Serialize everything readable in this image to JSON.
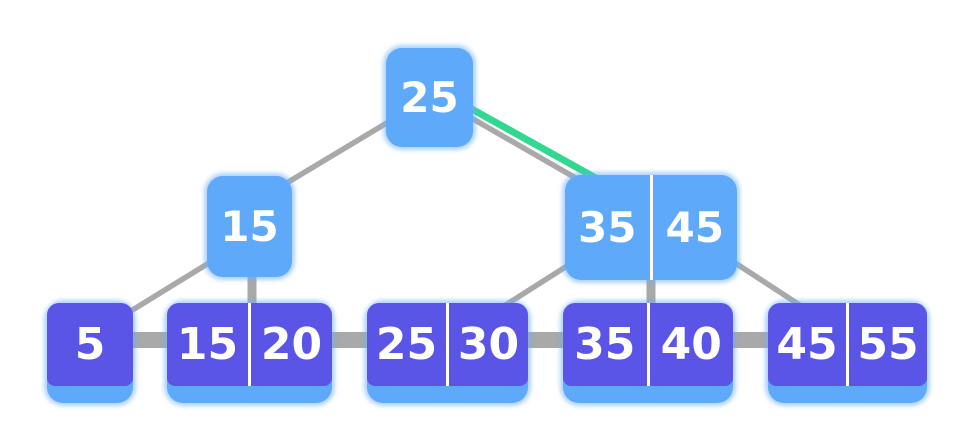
{
  "diagram_type": "b-plus-tree",
  "colors": {
    "background": "#ffffff",
    "internal_node": "#5ea9f9",
    "leaf_node": "#5a55e6",
    "leaf_base": "#5ea9f9",
    "edge": "#a9a9a9",
    "highlight_edge": "#30d98f",
    "divider": "#ffffff",
    "key_text": "#ffffff"
  },
  "nodes": [
    {
      "id": "node-25",
      "type": "internal",
      "level": 0,
      "keys": [
        "25"
      ]
    },
    {
      "id": "node-15",
      "type": "internal",
      "level": 1,
      "keys": [
        "15"
      ]
    },
    {
      "id": "node-35-45",
      "type": "internal",
      "level": 1,
      "keys": [
        "35",
        "45"
      ]
    },
    {
      "id": "leaf-5",
      "type": "leaf",
      "level": 2,
      "keys": [
        "5"
      ]
    },
    {
      "id": "leaf-15-20",
      "type": "leaf",
      "level": 2,
      "keys": [
        "15",
        "20"
      ]
    },
    {
      "id": "leaf-25-30",
      "type": "leaf",
      "level": 2,
      "keys": [
        "25",
        "30"
      ]
    },
    {
      "id": "leaf-35-40",
      "type": "leaf",
      "level": 2,
      "keys": [
        "35",
        "40"
      ]
    },
    {
      "id": "leaf-45-55",
      "type": "leaf",
      "level": 2,
      "keys": [
        "45",
        "55"
      ]
    }
  ],
  "edges": [
    {
      "from": "node-25",
      "to": "node-15",
      "highlighted": false
    },
    {
      "from": "node-25",
      "to": "node-35-45",
      "highlighted": true
    },
    {
      "from": "node-15",
      "to": "leaf-5",
      "highlighted": false
    },
    {
      "from": "node-15",
      "to": "leaf-15-20",
      "highlighted": false
    },
    {
      "from": "node-35-45",
      "to": "leaf-25-30",
      "highlighted": false
    },
    {
      "from": "node-35-45",
      "to": "leaf-35-40",
      "highlighted": false
    },
    {
      "from": "node-35-45",
      "to": "leaf-45-55",
      "highlighted": false
    },
    {
      "from": "leaf-5",
      "to": "leaf-15-20",
      "highlighted": false,
      "kind": "leaf-link"
    },
    {
      "from": "leaf-15-20",
      "to": "leaf-25-30",
      "highlighted": false,
      "kind": "leaf-link"
    },
    {
      "from": "leaf-25-30",
      "to": "leaf-35-40",
      "highlighted": false,
      "kind": "leaf-link"
    },
    {
      "from": "leaf-35-40",
      "to": "leaf-45-55",
      "highlighted": false,
      "kind": "leaf-link"
    }
  ]
}
